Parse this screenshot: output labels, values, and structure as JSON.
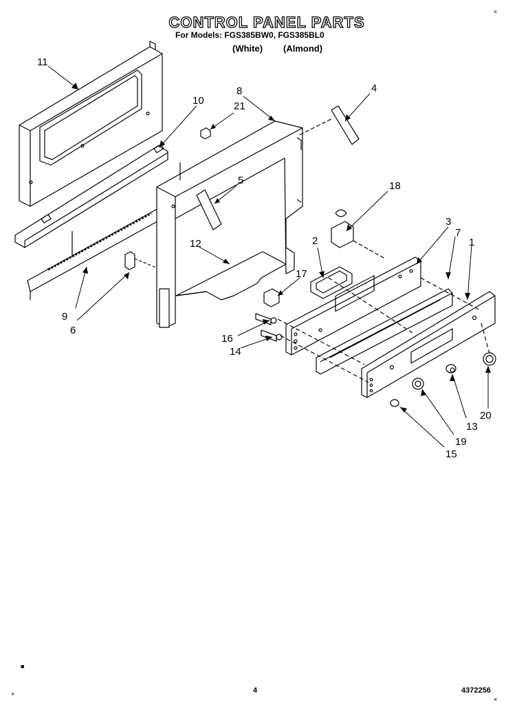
{
  "header": {
    "title": "CONTROL PANEL PARTS",
    "models": "For Models: FGS385BW0, FGS385BL0",
    "color_white": "(White)",
    "color_almond": "(Almond)"
  },
  "callouts": {
    "c1": "1",
    "c2": "2",
    "c3": "3",
    "c4": "4",
    "c5": "5",
    "c6": "6",
    "c7": "7",
    "c8": "8",
    "c9": "9",
    "c10": "10",
    "c11": "11",
    "c12": "12",
    "c13": "13",
    "c14": "14",
    "c15": "15",
    "c16": "16",
    "c17": "17",
    "c18": "18",
    "c19": "19",
    "c20": "20",
    "c21": "21"
  },
  "footer": {
    "page_number": "4",
    "doc_number": "4372256"
  },
  "colors": {
    "ink": "#000000",
    "paper": "#ffffff"
  }
}
